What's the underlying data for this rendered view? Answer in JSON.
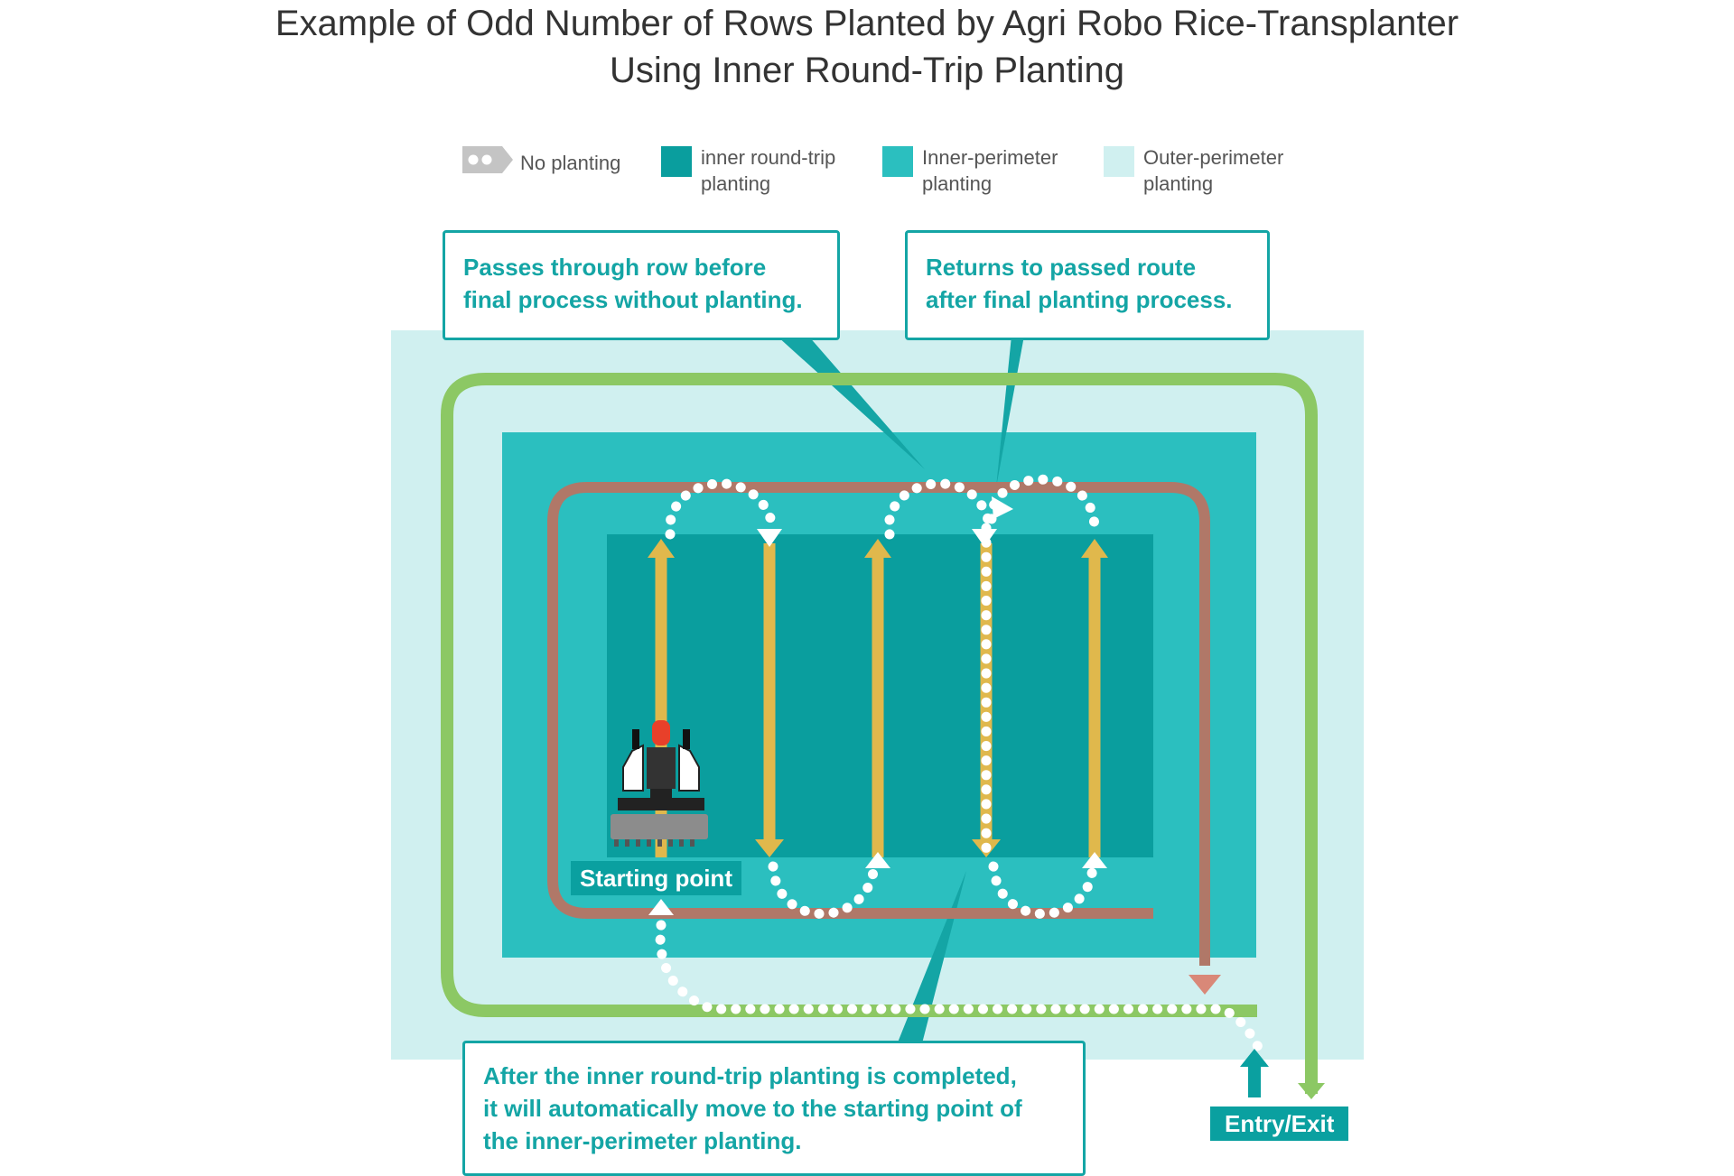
{
  "title": {
    "line1": "Example of Odd Number of Rows Planted by Agri Robo Rice-Transplanter",
    "line2": "Using Inner Round-Trip Planting"
  },
  "legend": [
    {
      "label": "No planting",
      "color": "#c4c4c4"
    },
    {
      "label": "inner round-trip\nplanting",
      "color": "#0a9e9e"
    },
    {
      "label": "Inner-perimeter\nplanting",
      "color": "#2bbfbf"
    },
    {
      "label": "Outer-perimeter\nplanting",
      "color": "#d0f0f0"
    }
  ],
  "callouts": {
    "passes_through": "Passes through row before\nfinal process without planting.",
    "returns": "Returns to passed route\nafter final planting process.",
    "after_completed": "After the inner round-trip planting is completed,\nit will automatically move to the starting point of\nthe inner-perimeter planting."
  },
  "labels": {
    "starting_point": "Starting point",
    "entry_exit": "Entry/Exit"
  },
  "colors": {
    "outer_field": "#d0f0f0",
    "inner_perimeter": "#2bbfbf",
    "inner_roundtrip": "#0a9e9e",
    "outer_route": "#8cc864",
    "inner_route": "#b07868",
    "planting_arrow": "#e0b84c",
    "no_planting": "#ffffff",
    "accent": "#14a5a5"
  }
}
